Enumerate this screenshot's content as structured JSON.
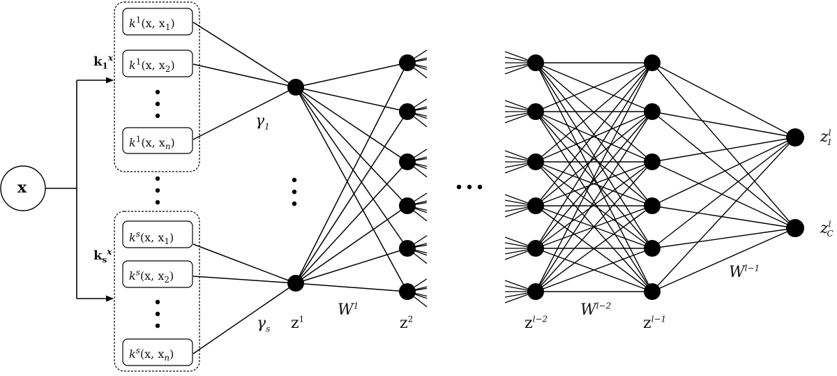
{
  "input": {
    "label": "x"
  },
  "groups": [
    {
      "label_base": "k",
      "label_sub": "1",
      "label_sup": "x",
      "gamma_base": "γ",
      "gamma_sub": "1",
      "entries": [
        {
          "k": "k",
          "sup": "1",
          "args": "(x, x",
          "idx": "1",
          "close": ")"
        },
        {
          "k": "k",
          "sup": "1",
          "args": "(x, x",
          "idx": "2",
          "close": ")"
        },
        {
          "k": "k",
          "sup": "1",
          "args": "(x, x",
          "idx": "n",
          "close": ")"
        }
      ]
    },
    {
      "label_base": "k",
      "label_sub": "s",
      "label_sup": "x",
      "gamma_base": "γ",
      "gamma_sub": "s",
      "entries": [
        {
          "k": "k",
          "sup": "s",
          "args": "(x, x",
          "idx": "1",
          "close": ")"
        },
        {
          "k": "k",
          "sup": "s",
          "args": "(x, x",
          "idx": "2",
          "close": ")"
        },
        {
          "k": "k",
          "sup": "s",
          "args": "(x, x",
          "idx": "n",
          "close": ")"
        }
      ]
    }
  ],
  "layers": {
    "z1": {
      "base": "z",
      "sup": "1"
    },
    "z2": {
      "base": "z",
      "sup": "2"
    },
    "zl2": {
      "base": "z",
      "sup": "l−2"
    },
    "zl1": {
      "base": "z",
      "sup": "l−1"
    }
  },
  "weights": {
    "w1": {
      "base": "W",
      "sup": "1"
    },
    "wl2": {
      "base": "W",
      "sup": "l−2"
    },
    "wl1": {
      "base": "W",
      "sup": "l−1"
    }
  },
  "outputs": [
    {
      "base": "z",
      "sup": "l",
      "sub": "1"
    },
    {
      "base": "z",
      "sup": "l",
      "sub": "C"
    }
  ]
}
